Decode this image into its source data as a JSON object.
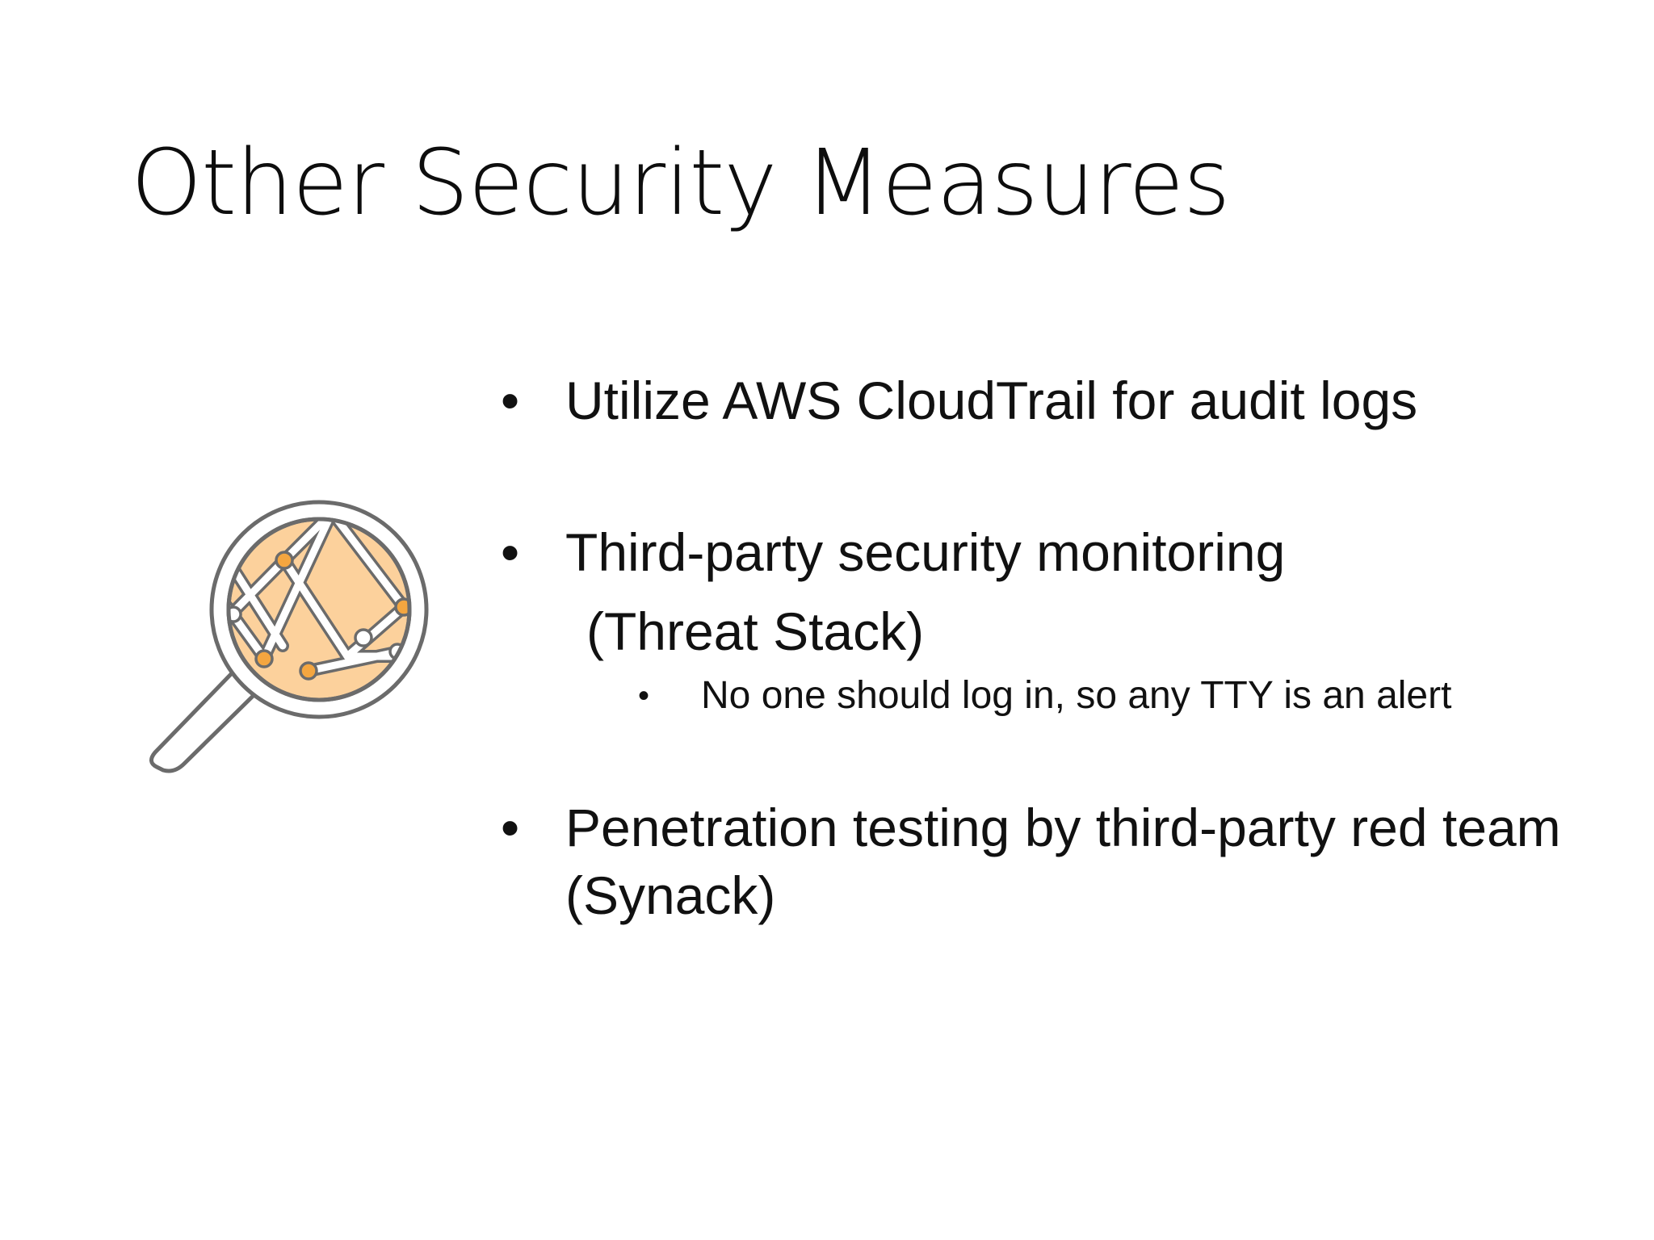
{
  "slide": {
    "title": "Other Security Measures",
    "bullets": [
      {
        "text": "Utilize AWS CloudTrail for audit logs"
      },
      {
        "line1": "Third-party security monitoring",
        "line2": "(Threat Stack)",
        "sub_bullets": [
          "No one should log in, so any TTY is an alert"
        ]
      },
      {
        "text": "Penetration testing by third-party red team (Synack)"
      }
    ],
    "illustration": {
      "icon": "magnifying-glass-network-icon",
      "colors": {
        "lens_fill": "#fcd19c",
        "ring": "#6b6b6b",
        "node_orange": "#f4a640",
        "node_white": "#ffffff"
      }
    }
  }
}
